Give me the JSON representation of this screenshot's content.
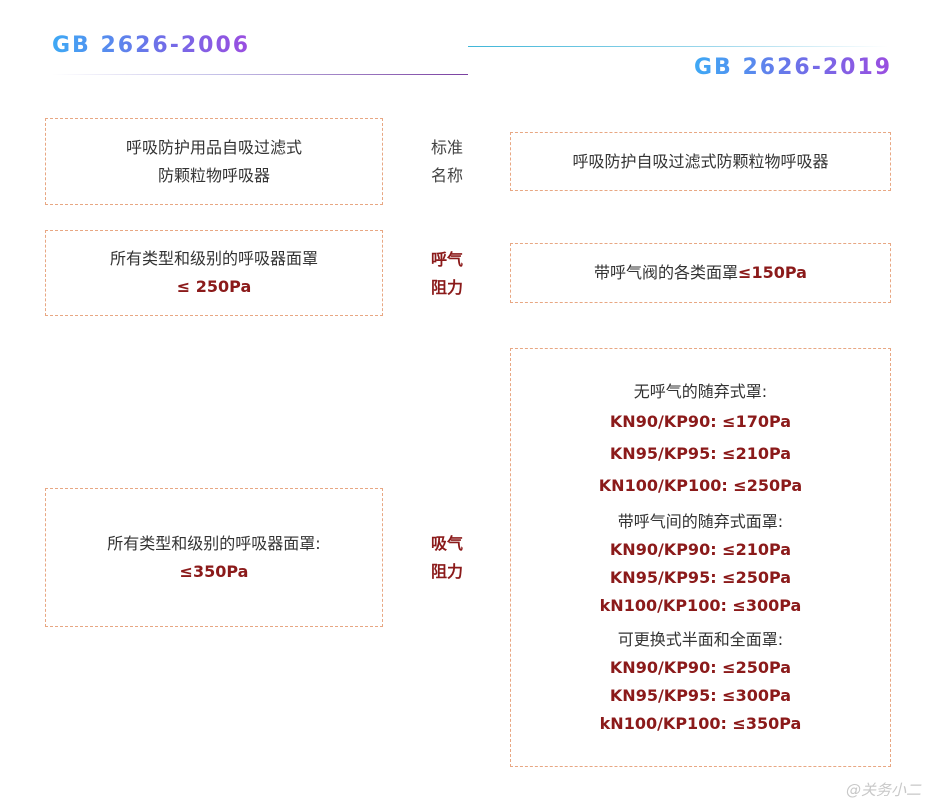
{
  "header": {
    "left_title": "GB 2626-2006",
    "right_title": "GB 2626-2019"
  },
  "rows": {
    "name": {
      "label_line1": "标准",
      "label_line2": "名称",
      "left_line1": "呼吸防护用品自吸过滤式",
      "left_line2": "防颗粒物呼吸器",
      "right": "呼吸防护自吸过滤式防颗粒物呼吸器"
    },
    "exhale": {
      "label_line1": "呼气",
      "label_line2": "阻力",
      "left_line1": "所有类型和级别的呼吸器面罩",
      "left_value": "≤ 250Pa",
      "right_text": "带呼气阀的各类面罩",
      "right_value": "≤150Pa"
    },
    "inhale": {
      "label_line1": "吸气",
      "label_line2": "阻力",
      "left_line1": "所有类型和级别的呼吸器面罩:",
      "left_value": "≤350Pa",
      "right_groups": [
        {
          "title": "无呼气的随弃式罩:",
          "values": [
            "KN90/KP90:  ≤170Pa",
            "KN95/KP95:  ≤210Pa",
            "KN100/KP100:  ≤250Pa"
          ]
        },
        {
          "title": "带呼气间的随弃式面罩:",
          "values": [
            "KN90/KP90:  ≤210Pa",
            "KN95/KP95:  ≤250Pa",
            "kN100/KP100:  ≤300Pa"
          ]
        },
        {
          "title": "可更换式半面和全面罩:",
          "values": [
            "KN90/KP90:  ≤250Pa",
            "KN95/KP95:  ≤300Pa",
            "kN100/KP100:  ≤350Pa"
          ]
        }
      ]
    }
  },
  "watermark": "@关务小二",
  "colors": {
    "border": "#e8a783",
    "accent_red": "#8b1a1a",
    "heading_start": "#3ea9f5",
    "heading_end": "#9b4de0"
  }
}
